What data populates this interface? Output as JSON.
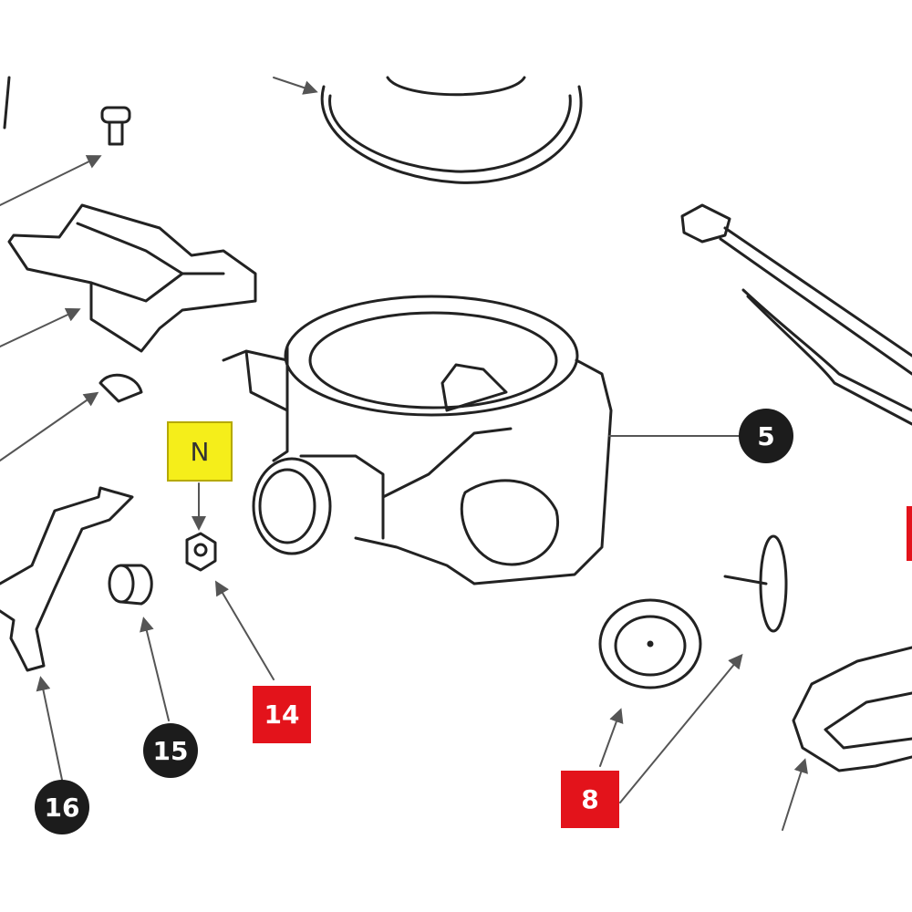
{
  "diagram": {
    "callouts": {
      "n": {
        "text": "N",
        "color": "#f5ee1a"
      },
      "p14": {
        "text": "14",
        "color": "#e3131b"
      },
      "p15": {
        "text": "15",
        "color": "#1c1c1c"
      },
      "p16": {
        "text": "16",
        "color": "#1c1c1c"
      },
      "p5": {
        "text": "5",
        "color": "#1c1c1c"
      },
      "p8": {
        "text": "8",
        "color": "#e3131b"
      }
    }
  }
}
